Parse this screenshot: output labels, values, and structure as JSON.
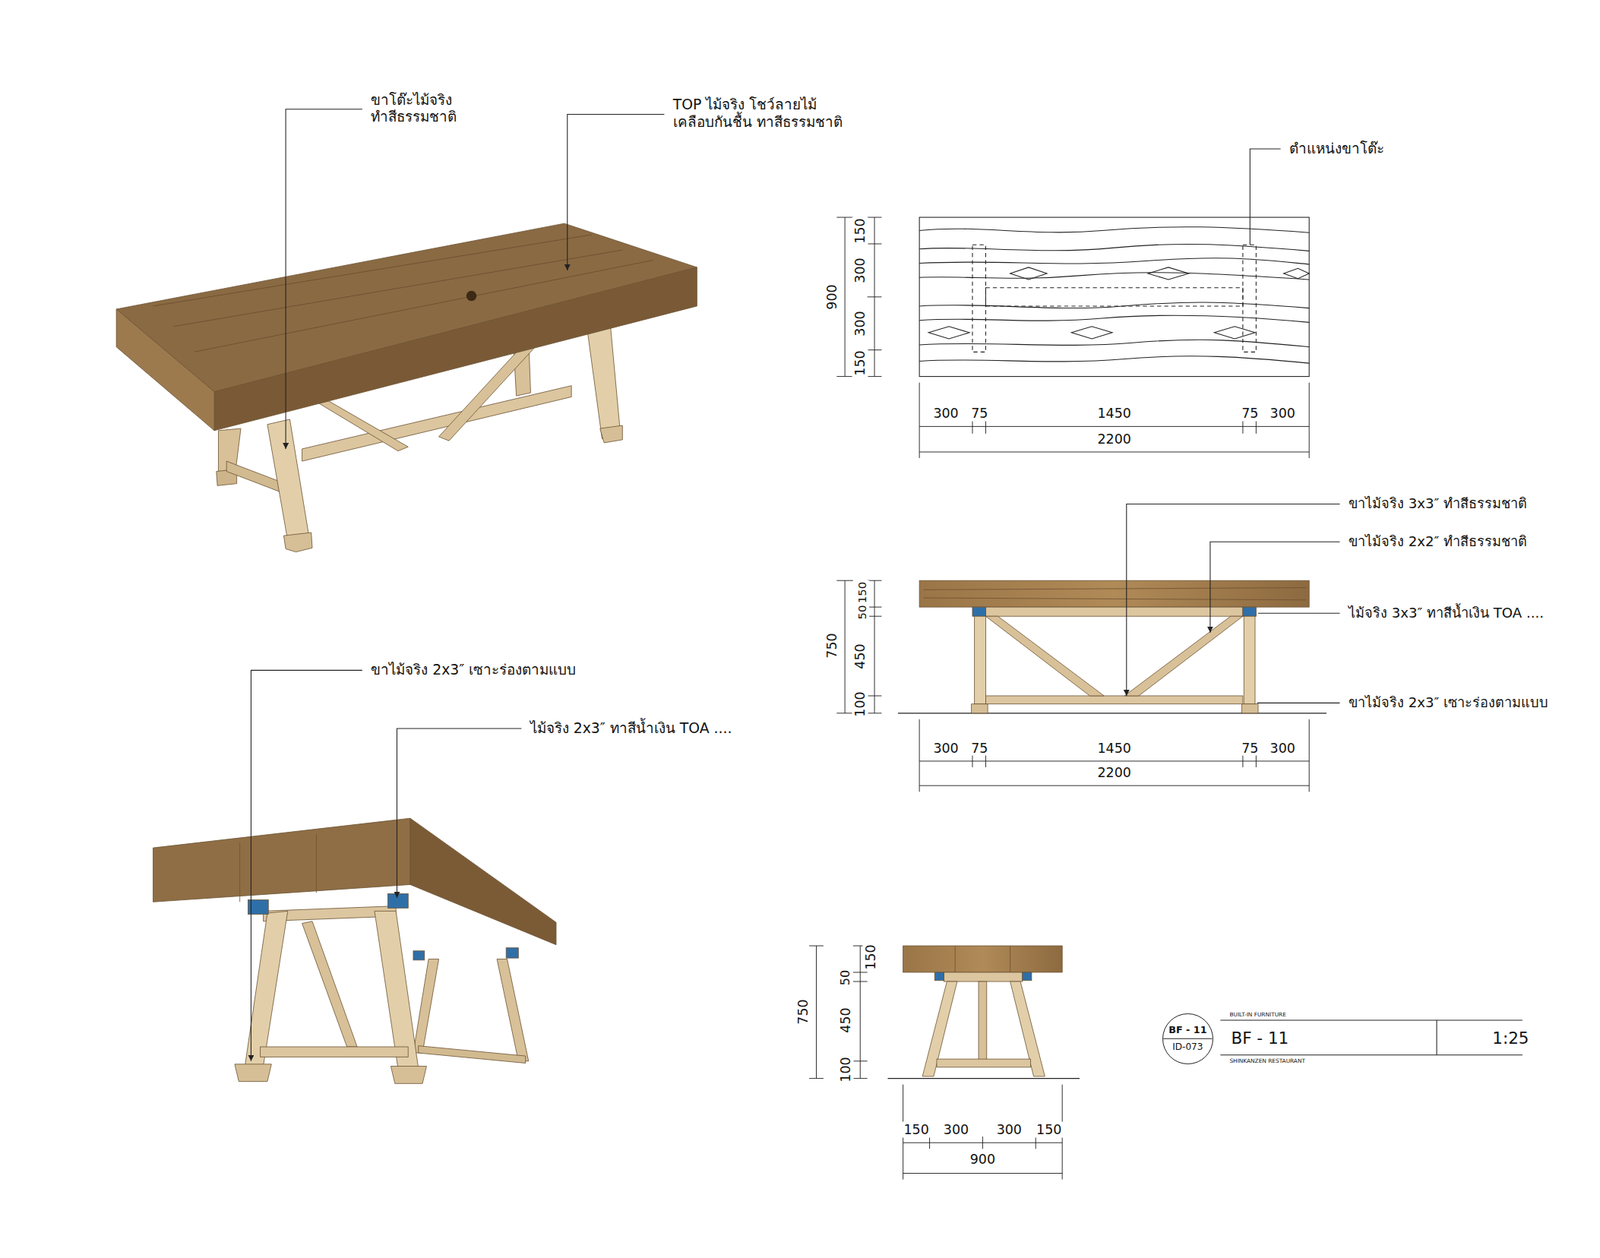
{
  "diagram": {
    "nodes": [
      {
        "text": [
          "BF - 11",
          "ID-073"
        ]
      }
    ],
    "labels": [
      "ขาโต๊ะไม้จริง ทำสีธรรมชาติ",
      "TOP ไม้จริง โชว์ลายไม้ เคลือบกันชื้น ทาสีธรรมชาติ",
      "ตำแหน่งขาโต๊ะ",
      "150",
      "300",
      "300",
      "150",
      "900",
      "300",
      "75",
      "1450",
      "75",
      "300",
      "2200",
      "ขาไม้จริง 3x3″ ทำสีธรรมชาติ",
      "ขาไม้จริง 2x2″ ทำสีธรรมชาติ",
      "ไม้จริง 3x3″ ทาสีน้ำเงิน TOA ....",
      "ขาไม้จริง 2x3″ เซาะร่องตามแบบ",
      "750",
      "150",
      "50",
      "450",
      "100",
      "300",
      "75",
      "1450",
      "75",
      "300",
      "2200",
      "ขาไม้จริง 2x3″ เซาะร่องตามแบบ",
      "ไม้จริง 2x3″ ทาสีน้ำเงิน TOA ....",
      "750",
      "150",
      "50",
      "450",
      "100",
      "150",
      "300",
      "300",
      "150",
      "900",
      "BUILT-IN FURNITURE",
      "BF - 11",
      "SHINKANZEN RESTAURANT",
      "1:25"
    ]
  }
}
